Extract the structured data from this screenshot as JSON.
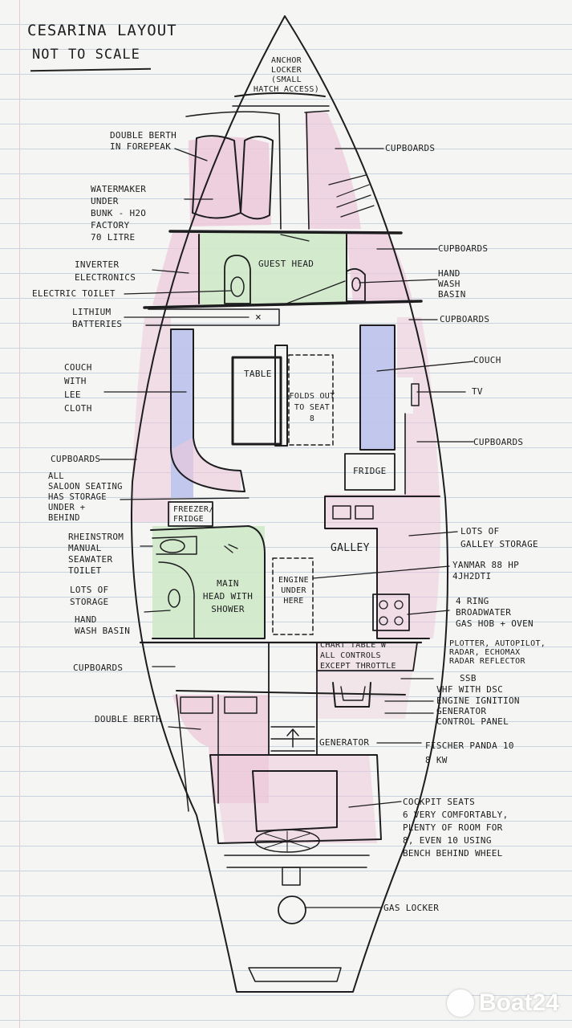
{
  "title": "CESARINA LAYOUT",
  "subtitle": "NOT TO SCALE",
  "watermark": "Boat24",
  "colors": {
    "ink": "#1d1d1f",
    "pink": "#ecc8d8",
    "green": "#cfe9c9",
    "blue": "#bcc2ec",
    "paper": "#f5f5f3",
    "rule": "#c9d3df"
  },
  "labels": {
    "anchor_locker": "ANCHOR\nLOCKER\n(SMALL\nHATCH ACCESS)",
    "double_berth_forepeak": "DOUBLE BERTH\nIN FOREPEAK",
    "cupboards_1": "CUPBOARDS",
    "watermaker": "WATERMAKER\nUNDER\nBUNK - H2O\nFACTORY\n70 LITRE",
    "guest_head": "GUEST HEAD",
    "cupboards_2": "CUPBOARDS",
    "inverter": "INVERTER\nELECTRONICS",
    "hand_wash_basin_1": "HAND\nWASH\nBASIN",
    "electric_toilet": "ELECTRIC TOILET",
    "lithium": "LITHIUM\nBATTERIES",
    "cupboards_3": "CUPBOARDS",
    "couch_left": "COUCH\nWITH\nLEE\nCLOTH",
    "table": "TABLE",
    "folds_out": "FOLDS OUT\nTO SEAT\n8",
    "couch_right": "COUCH",
    "tv": "TV",
    "cupboards_4": "CUPBOARDS",
    "cupboards_5": "CUPBOARDS",
    "fridge": "FRIDGE",
    "all_saloon": "ALL\nSALOON SEATING\nHAS STORAGE\nUNDER +\nBEHIND",
    "freezer": "FREEZER/\nFRIDGE",
    "rheinstrom": "RHEINSTROM\nMANUAL\nSEAWATER\nTOILET",
    "galley": "GALLEY",
    "lots_galley": "LOTS OF\nGALLEY STORAGE",
    "main_head": "MAIN\nHEAD WITH\nSHOWER",
    "engine_under": "ENGINE\nUNDER\nHERE",
    "yanmar": "YANMAR 88 HP\n4JH2DTI",
    "lots_storage": "LOTS OF\nSTORAGE",
    "hand_wash_basin_2": "HAND\nWASH BASIN",
    "four_ring": "4 RING\nBROADWATER\nGAS HOB + OVEN",
    "chart_table": "CHART TABLE W\nALL CONTROLS\nEXCEPT THROTTLE",
    "plotter": "PLOTTER, AUTOPILOT,\nRADAR, ECHOMAX\nRADAR REFLECTOR",
    "cupboards_6": "CUPBOARDS",
    "ssb": "SSB",
    "vhf": "VHF WITH DSC",
    "engine_ignition": "ENGINE IGNITION",
    "generator_panel": "GENERATOR\nCONTROL PANEL",
    "double_berth_aft": "DOUBLE BERTH",
    "generator": "GENERATOR",
    "fischer": "FISCHER PANDA 10\n8 KW",
    "cockpit": "COCKPIT SEATS\n6 VERY COMFORTABLY,\nPLENTY OF ROOM FOR\n8, EVEN 10 USING\nBENCH BEHIND WHEEL",
    "gas_locker": "GAS LOCKER",
    "x_mark": "×"
  }
}
